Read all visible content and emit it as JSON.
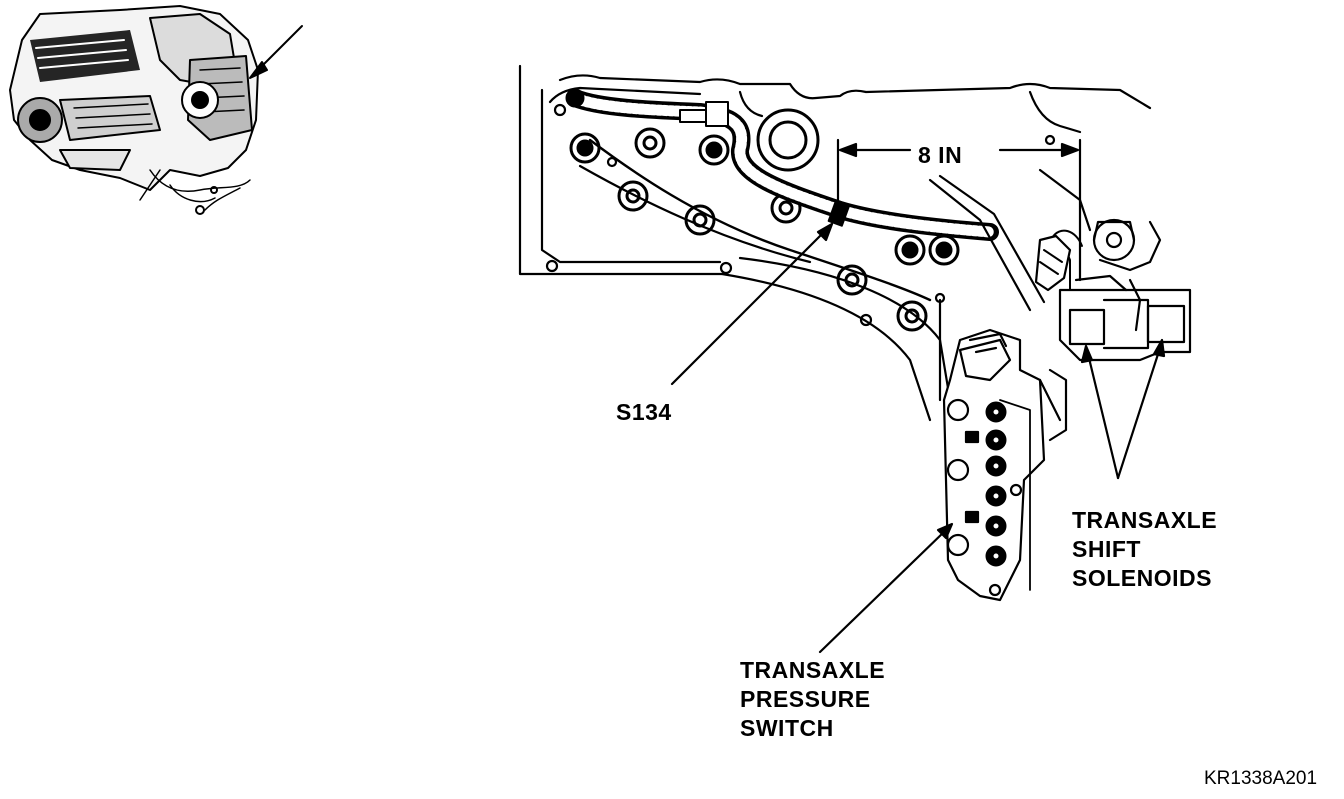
{
  "diagram": {
    "labels": {
      "dimension": "8 IN",
      "splice": "S134",
      "pressure_switch": [
        "TRANSAXLE",
        "PRESSURE",
        "SWITCH"
      ],
      "shift_solenoids": [
        "TRANSAXLE",
        "SHIFT",
        "SOLENOIDS"
      ]
    },
    "figure_code": "KR1338A201"
  }
}
